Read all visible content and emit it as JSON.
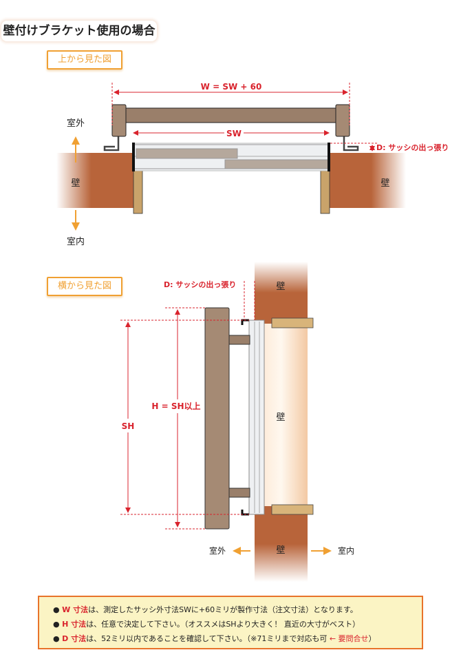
{
  "title": "壁付けブラケット使用の場合",
  "top_view": {
    "label": "上から見た図",
    "w_formula": "W = SW + 60",
    "sw": "SW",
    "d_label": "D: サッシの出っ張り",
    "outside": "室外",
    "inside": "室内",
    "wall_left": "壁",
    "wall_right": "壁"
  },
  "side_view": {
    "label": "横から見た図",
    "d_label": "D: サッシの出っ張り",
    "h_formula": "H = SH以上",
    "sh": "SH",
    "wall_top": "壁",
    "wall_middle": "壁",
    "wall_bottom": "壁",
    "outside": "室外",
    "inside": "室内"
  },
  "notes": [
    {
      "key": "W 寸法",
      "text": "は、測定したサッシ外寸法SWに+60ミリが製作寸法（注文寸法）となります。",
      "extra": ""
    },
    {
      "key": "H 寸法",
      "text": "は、任意で決定して下さい。（オススメはSHより大きく！ 直近の大寸がベスト）",
      "extra": ""
    },
    {
      "key": "D 寸法",
      "text": "は、52ミリ以内であることを確認して下さい。（※71ミリまで対応も可 ",
      "extra": "← 要問合せ",
      "close": "）"
    }
  ],
  "colors": {
    "red": "#d9232d",
    "orange": "#f0a032",
    "wall": "#b8643a",
    "handle": "#a58a74"
  }
}
